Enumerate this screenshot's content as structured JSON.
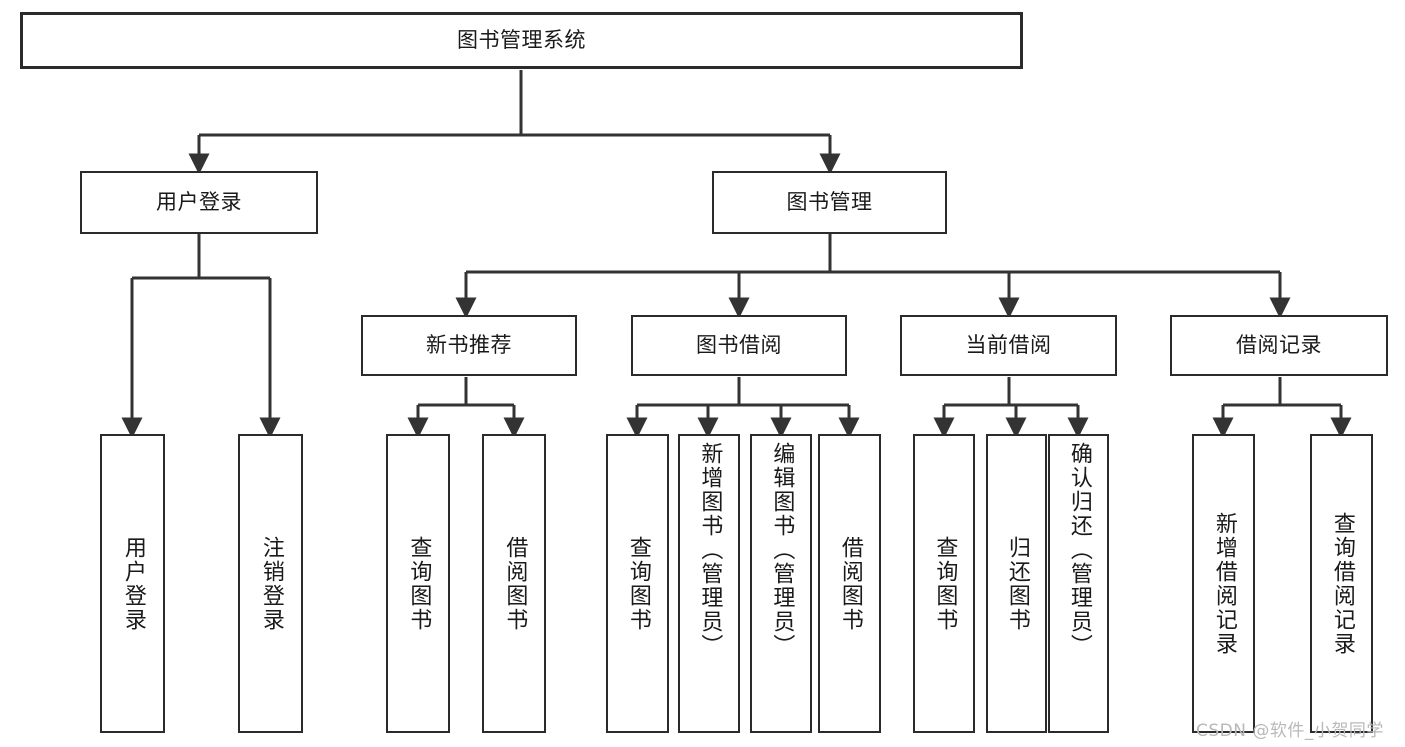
{
  "diagram": {
    "title": "图书管理系统",
    "type": "tree-hierarchy",
    "colors": {
      "box_border": "#2b2b2b",
      "box_fill": "#ffffff",
      "connector": "#333333",
      "text": "#1a1a1a",
      "watermark": "#b9b9b9"
    },
    "nodes": {
      "root": {
        "label": "图书管理系统"
      },
      "level2": [
        {
          "id": "user-login",
          "label": "用户登录"
        },
        {
          "id": "book-management",
          "label": "图书管理"
        }
      ],
      "level3": [
        {
          "id": "new-book-recommend",
          "label": "新书推荐"
        },
        {
          "id": "book-borrow",
          "label": "图书借阅"
        },
        {
          "id": "current-borrow",
          "label": "当前借阅"
        },
        {
          "id": "borrow-record",
          "label": "借阅记录"
        }
      ],
      "leaves": [
        {
          "id": "leaf-user-login",
          "label": "用户登录"
        },
        {
          "id": "leaf-logout",
          "label": "注销登录"
        },
        {
          "id": "leaf-query-book-1",
          "label": "查询图书"
        },
        {
          "id": "leaf-borrow-book-1",
          "label": "借阅图书"
        },
        {
          "id": "leaf-query-book-2",
          "label": "查询图书"
        },
        {
          "id": "leaf-add-book",
          "label": "新增图书（管理员）"
        },
        {
          "id": "leaf-edit-book",
          "label": "编辑图书（管理员）"
        },
        {
          "id": "leaf-borrow-book-2",
          "label": "借阅图书"
        },
        {
          "id": "leaf-query-book-3",
          "label": "查询图书"
        },
        {
          "id": "leaf-return-book",
          "label": "归还图书"
        },
        {
          "id": "leaf-confirm-return",
          "label": "确认归还（管理员）"
        },
        {
          "id": "leaf-add-record",
          "label": "新增借阅记录"
        },
        {
          "id": "leaf-query-record",
          "label": "查询借阅记录"
        }
      ]
    },
    "watermark": "CSDN @软件_小贺同学"
  }
}
